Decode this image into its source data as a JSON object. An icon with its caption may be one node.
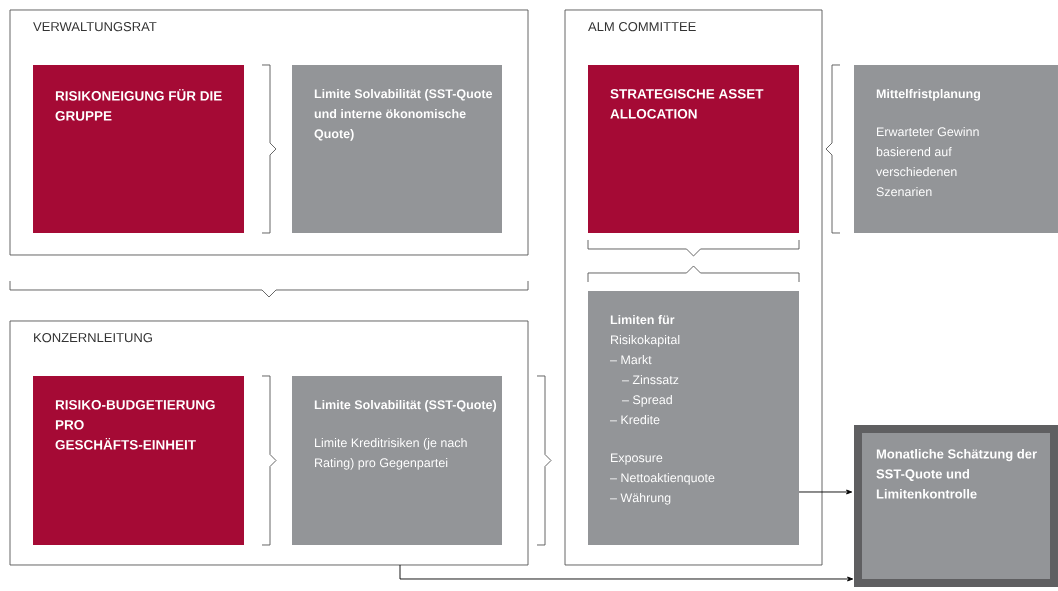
{
  "diagram": {
    "nodes": [
      {
        "text": [
          "VERWALTUNGSRAT"
        ]
      },
      {
        "text": [
          "RISIKONEIGUNG FÜR DIE GRUPPE"
        ],
        "in": 0
      },
      {
        "text": [
          "Limite Solvabilität (SST-Quote und interne ökonomische Quote)"
        ],
        "in": 0
      },
      {
        "text": [
          "KONZERNLEITUNG"
        ]
      },
      {
        "text": [
          "RISIKO-BUDGETIERUNG PRO GESCHÄFTS-EINHEIT"
        ],
        "in": 3
      },
      {
        "text": [
          "Limite Solvabilität (SST-Quote)",
          "Limite Kreditrisiken (je nach Rating) pro Gegenpartei"
        ],
        "in": 3
      },
      {
        "text": [
          "ALM COMMITTEE"
        ]
      },
      {
        "text": [
          "STRATEGISCHE ASSET ALLOCATION"
        ],
        "in": 6
      },
      {
        "text": [
          "Limiten für",
          "Risikokapital",
          "– Markt",
          "– Zinssatz",
          "– Spread",
          "– Kredite",
          "Exposure",
          "– Nettoaktienquote",
          "– Währung"
        ],
        "in": 6
      },
      {
        "text": [
          "Mittelfristplanung",
          "Erwarteter Gewinn basierend auf verschiedenen Szenarien"
        ]
      },
      {
        "text": [
          "Monatliche Schätzung der SST-Quote und Limitenkontrolle"
        ]
      }
    ],
    "edges": [
      {
        "from": 8,
        "to": 10,
        "arrow": "to"
      },
      {
        "from": 3,
        "to": 10,
        "arrow": "to"
      }
    ]
  }
}
